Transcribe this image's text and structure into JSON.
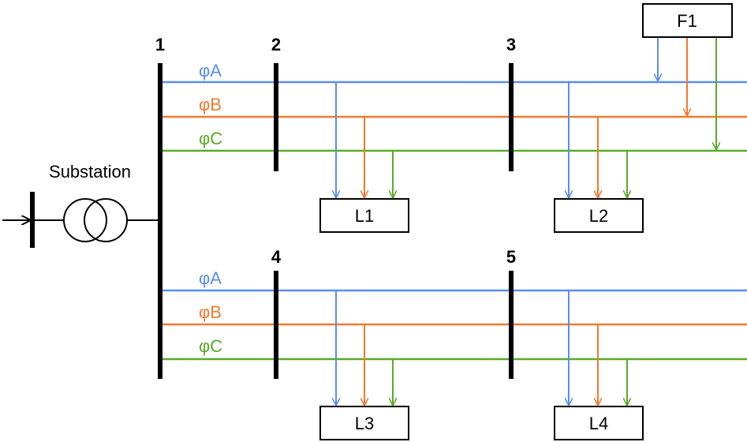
{
  "labels": {
    "substation": "Substation",
    "buses": [
      "1",
      "2",
      "3",
      "4",
      "5"
    ],
    "phases": [
      "φA",
      "φB",
      "φC"
    ],
    "loads": [
      "L1",
      "L2",
      "L3",
      "L4"
    ],
    "source": "F1"
  },
  "colors": {
    "phaseA": "#5b8def",
    "phaseB": "#f5782c",
    "phaseC": "#5aaa28",
    "bus": "#000000"
  }
}
